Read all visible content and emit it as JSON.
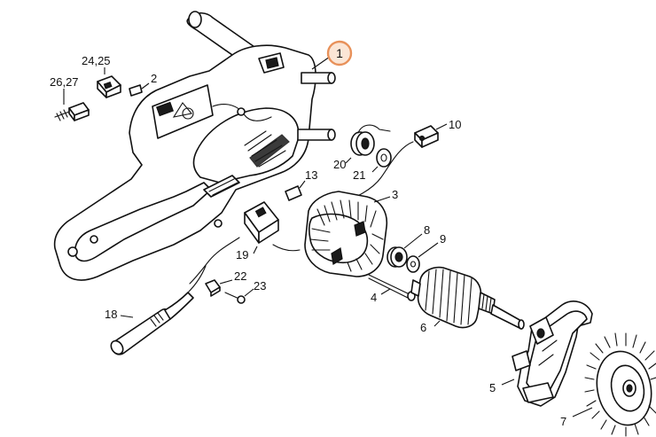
{
  "diagram": {
    "highlighted_part": "1",
    "labels": {
      "p1": "1",
      "p2": "2",
      "p3": "3",
      "p4": "4",
      "p5": "5",
      "p6": "6",
      "p7": "7",
      "p8": "8",
      "p9": "9",
      "p10": "10",
      "p13": "13",
      "p18": "18",
      "p19": "19",
      "p20": "20",
      "p21": "21",
      "p22": "22",
      "p23": "23",
      "p2425": "24,25",
      "p2627": "26,27"
    },
    "colors": {
      "line": "#111111",
      "highlight_fill": "#fbe6d6",
      "highlight_ring": "#e8915a"
    }
  }
}
